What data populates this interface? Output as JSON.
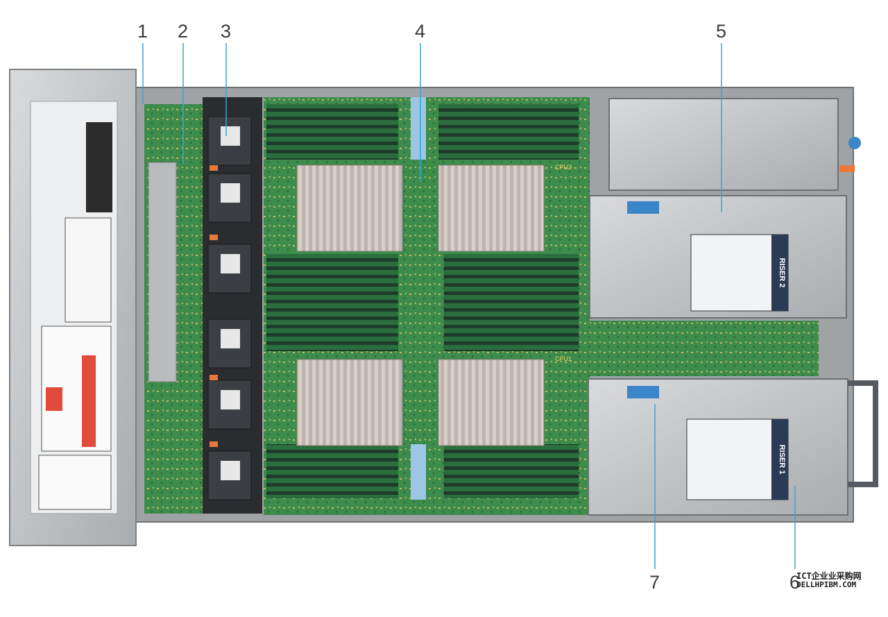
{
  "callouts": [
    {
      "id": "1",
      "label": "1"
    },
    {
      "id": "2",
      "label": "2"
    },
    {
      "id": "3",
      "label": "3"
    },
    {
      "id": "4",
      "label": "4"
    },
    {
      "id": "5",
      "label": "5"
    },
    {
      "id": "6",
      "label": "6"
    },
    {
      "id": "7",
      "label": "7"
    }
  ],
  "risers": {
    "riser2": "RISER 2",
    "riser1": "RISER 1"
  },
  "cpu_labels": {
    "cpu1": "CPU1",
    "cpu2": "CPU2"
  },
  "watermark": {
    "line1": "ICT企业业采购网",
    "line2": "DELLHPIBM.COM"
  },
  "colors": {
    "board": "#3f8f4f",
    "chassis": "#c9ccce",
    "accent_blue": "#3a86c8",
    "callout_line": "#3aa3d4"
  }
}
